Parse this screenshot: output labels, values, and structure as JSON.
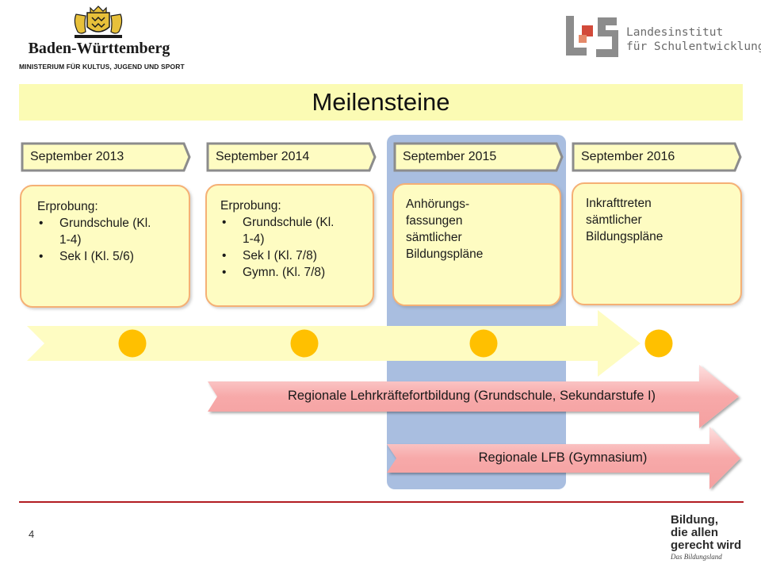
{
  "header": {
    "bw_name": "Baden-Württemberg",
    "bw_ministry": "MINISTERIUM FÜR KULTUS, JUGEND UND SPORT",
    "ls_line1": "Landesinstitut",
    "ls_line2": "für Schulentwicklung"
  },
  "title": "Meilensteine",
  "milestones": [
    {
      "date": "September 2013",
      "heading": "Erprobung:",
      "items": [
        "Grundschule (Kl. 1-4)",
        "Sek I (Kl. 5/6)"
      ]
    },
    {
      "date": "September 2014",
      "heading": "Erprobung:",
      "items": [
        "Grundschule (Kl. 1-4)",
        "Sek I (Kl. 7/8)",
        "Gymn. (Kl. 7/8)"
      ]
    },
    {
      "date": "September 2015",
      "lines": [
        "Anhörungs-",
        "fassungen",
        "sämtlicher",
        "Bildungspläne"
      ]
    },
    {
      "date": "September 2016",
      "lines": [
        "Inkrafttreten",
        "sämtlicher",
        "Bildungspläne"
      ]
    }
  ],
  "ribbons": [
    "Regionale Lehrkräftefortbildung (Grundschule, Sekundarstufe I)",
    "Regionale LFB (Gymnasium)"
  ],
  "footer": {
    "page_number": "4",
    "slogan_lines": [
      "Bildung,",
      "die allen",
      "gerecht wird"
    ],
    "slogan_sub": "Das Bildungsland"
  },
  "colors": {
    "title_bg": "#fbfbb4",
    "highlight": "#a9bee0",
    "milestone_dot": "#ffc000",
    "card_border": "#f5b075",
    "ribbon": "#f7a8a8",
    "accent_line": "#b21c22"
  }
}
